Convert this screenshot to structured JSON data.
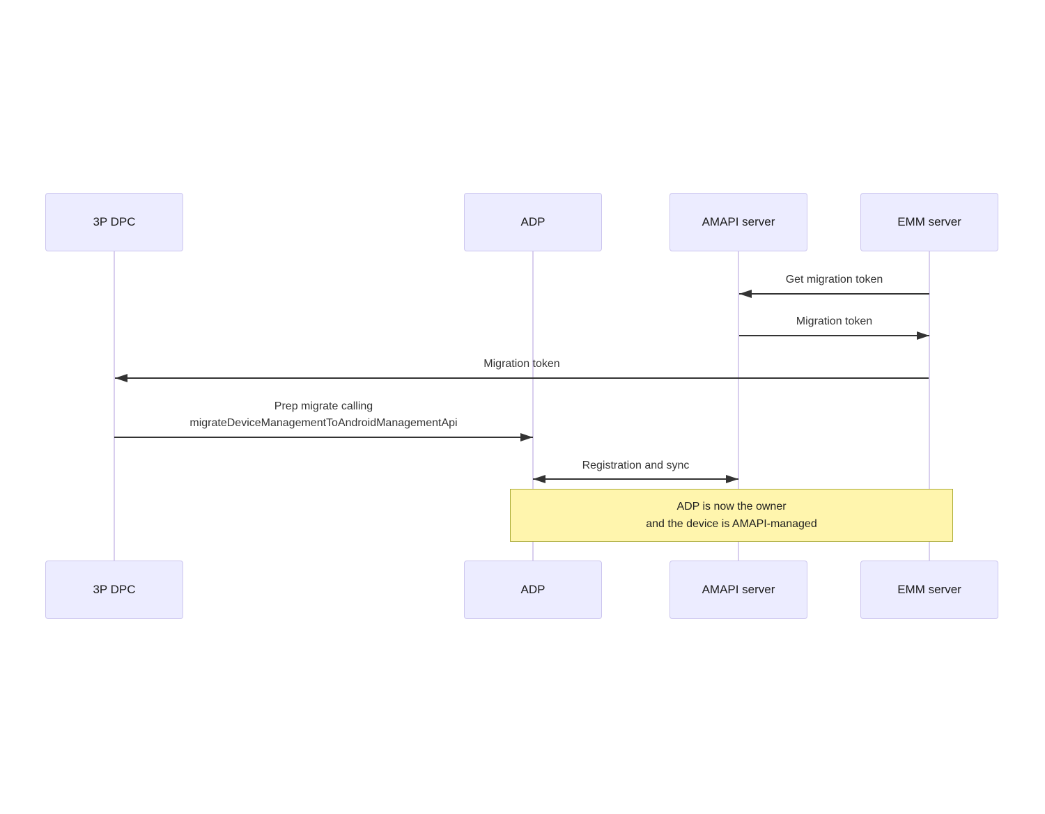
{
  "diagram_type": "sequence-diagram",
  "actors": [
    {
      "id": "3p-dpc",
      "label": "3P DPC"
    },
    {
      "id": "adp",
      "label": "ADP"
    },
    {
      "id": "amapi-server",
      "label": "AMAPI server"
    },
    {
      "id": "emm-server",
      "label": "EMM server"
    }
  ],
  "messages": [
    {
      "label": "Get migration token",
      "from": "EMM server",
      "to": "AMAPI server",
      "arrow": "left"
    },
    {
      "label": "Migration token",
      "from": "AMAPI server",
      "to": "EMM server",
      "arrow": "right"
    },
    {
      "label": "Migration token",
      "from": "EMM server",
      "to": "3P DPC",
      "arrow": "left"
    },
    {
      "lines": [
        "Prep migrate calling",
        "migrateDeviceManagementToAndroidManagementApi"
      ],
      "from": "3P DPC",
      "to": "ADP",
      "arrow": "right"
    },
    {
      "label": "Registration and sync",
      "from": "ADP",
      "to": "AMAPI server",
      "arrow": "both"
    }
  ],
  "note": {
    "lines": [
      "ADP is now the owner",
      "and the device is AMAPI-managed"
    ],
    "over": [
      "ADP",
      "EMM server"
    ]
  },
  "colors": {
    "actor_fill": "#ECECFF",
    "actor_border": "#CCC5EE",
    "actor_text": "#1a1a1a",
    "lifeline": "#D8CEEE",
    "arrow": "#333333",
    "msg_text": "#333333",
    "note_fill": "#FFF5AD",
    "note_border": "#AAAA33",
    "note_text": "#1f1f1f"
  }
}
